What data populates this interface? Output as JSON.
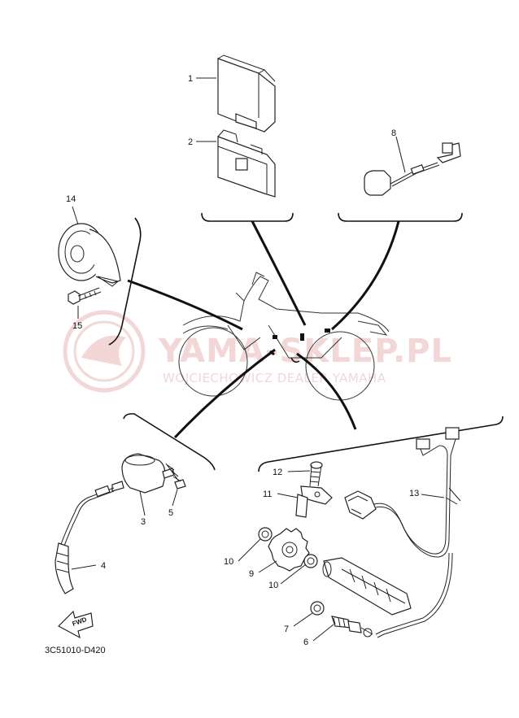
{
  "diagram_code": "3C51010-D420",
  "watermark": {
    "main": "YAMA-SKLEP.PL",
    "sub": "WOJCIECHOWICZ DEALER YAMAHA"
  },
  "fwd_arrow_text": "FWD",
  "callouts": [
    {
      "num": "1"
    },
    {
      "num": "2"
    },
    {
      "num": "3"
    },
    {
      "num": "4"
    },
    {
      "num": "5"
    },
    {
      "num": "6"
    },
    {
      "num": "7"
    },
    {
      "num": "8"
    },
    {
      "num": "9"
    },
    {
      "num": "10"
    },
    {
      "num": "10"
    },
    {
      "num": "11"
    },
    {
      "num": "12"
    },
    {
      "num": "13"
    },
    {
      "num": "14"
    },
    {
      "num": "15"
    }
  ]
}
